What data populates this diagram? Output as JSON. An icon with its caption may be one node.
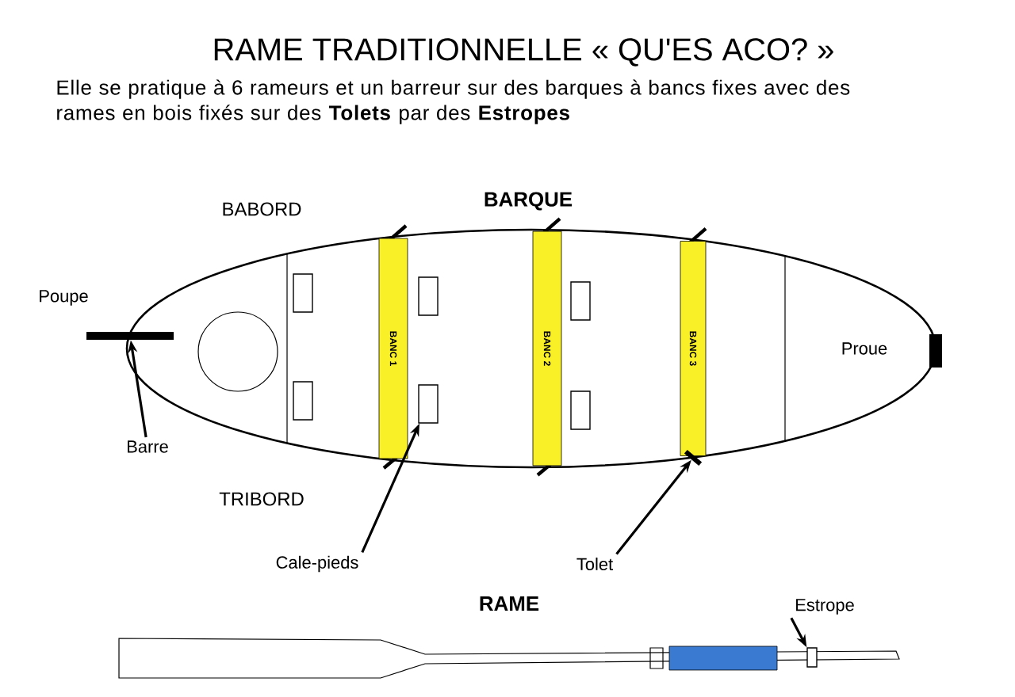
{
  "diagram": {
    "title": "RAME TRADITIONNELLE « QU'ES ACO? »",
    "nodes": [
      {
        "text": [
          "BANC 1"
        ]
      },
      {
        "text": [
          "BANC 2"
        ]
      },
      {
        "text": [
          "BANC 3"
        ]
      },
      {
        "text": [
          "Barre"
        ]
      },
      {
        "text": [],
        "shape": "bar"
      },
      {
        "text": [
          "Cale-pieds"
        ]
      },
      {
        "text": [],
        "shape": "box"
      },
      {
        "text": [
          "Tolet"
        ]
      },
      {
        "text": [],
        "shape": "bar"
      },
      {
        "text": [
          "Estrope"
        ]
      },
      {
        "text": [],
        "shape": "box"
      }
    ],
    "edges": [
      {
        "from": 3,
        "to": 4,
        "arrow": "to"
      },
      {
        "from": 5,
        "to": 6,
        "arrow": "to"
      },
      {
        "from": 7,
        "to": 8,
        "arrow": "to"
      },
      {
        "from": 9,
        "to": 10,
        "arrow": "to"
      }
    ],
    "labels": [
      "Elle se pratique à 6 rameurs et un barreur sur des barques à bancs fixes avec des rames en bois fixés sur des **Tolets** par des **Estropes**",
      "BARQUE",
      "BABORD",
      "Poupe",
      "Proue",
      "TRIBORD",
      "RAME"
    ]
  }
}
